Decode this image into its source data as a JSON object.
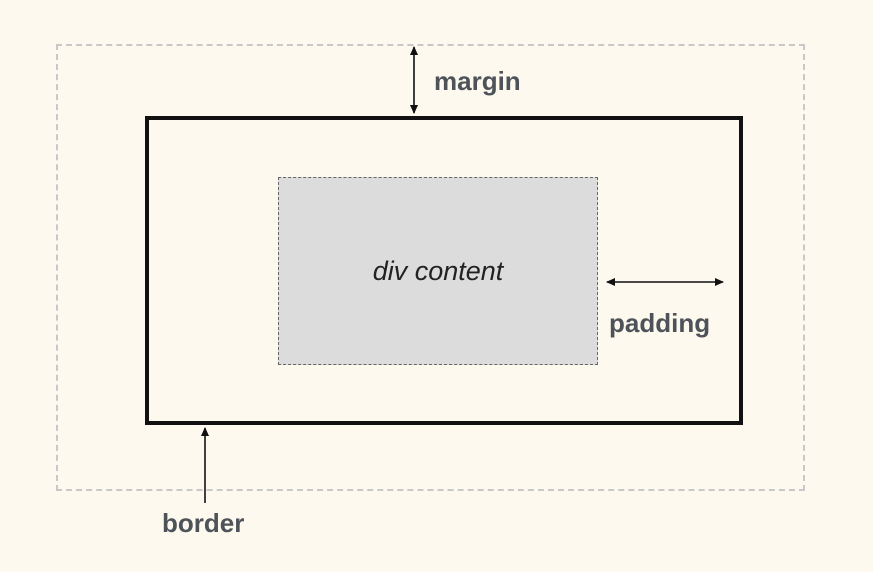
{
  "diagram": {
    "content_label": "div content",
    "labels": {
      "margin": "margin",
      "padding": "padding",
      "border": "border"
    },
    "colors": {
      "background": "#fdf9ee",
      "content_fill": "#dcdcdc",
      "border_stroke": "#111111",
      "margin_dash": "#c8c8c8",
      "label_text": "#4d5359"
    }
  }
}
